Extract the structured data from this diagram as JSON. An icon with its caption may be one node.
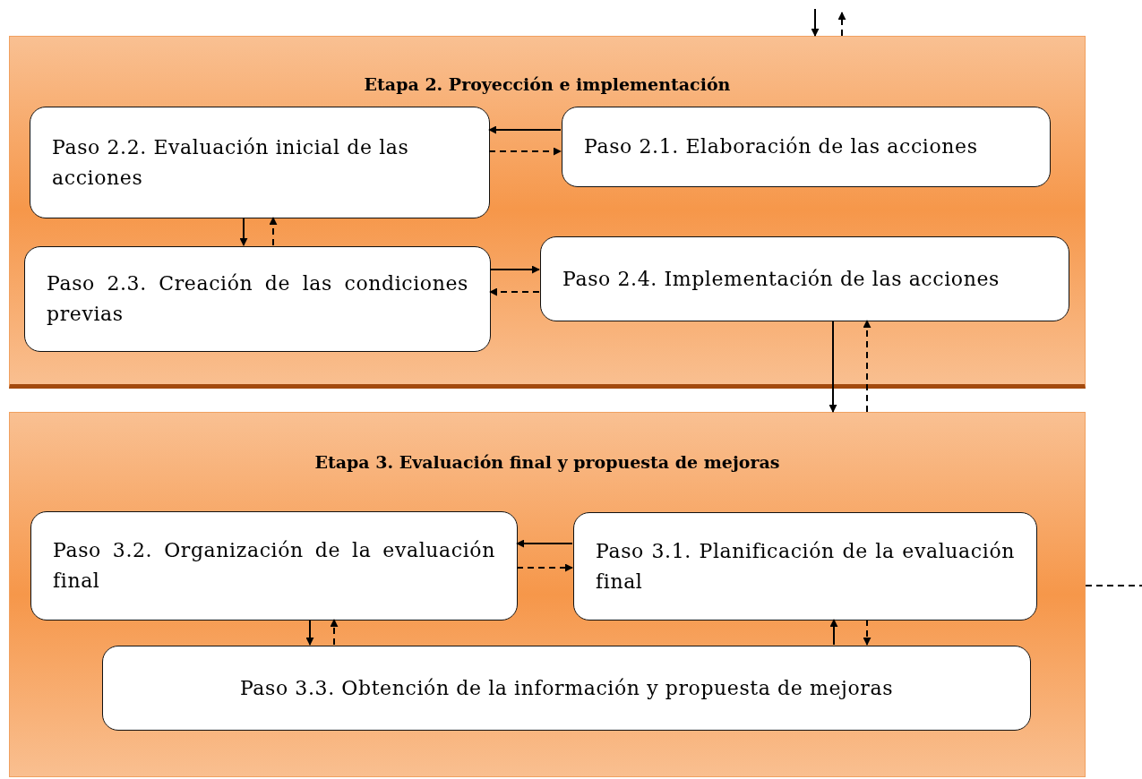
{
  "diagram": {
    "nodes": [
      {
        "text": [
          "Etapa 2. Proyección e implementación"
        ]
      },
      {
        "text": [
          "Paso 2.2. Evaluación inicial de las acciones"
        ],
        "in": 0
      },
      {
        "text": [
          "Paso 2.1. Elaboración de las acciones"
        ],
        "in": 0
      },
      {
        "text": [
          "Paso 2.3. Creación de las condiciones previas"
        ],
        "in": 0
      },
      {
        "text": [
          "Paso 2.4. Implementación de las acciones"
        ],
        "in": 0
      },
      {
        "text": [
          "Etapa 3. Evaluación final y propuesta de mejoras"
        ]
      },
      {
        "text": [
          "Paso 3.2. Organización de la evaluación final"
        ],
        "in": 5
      },
      {
        "text": [
          "Paso 3.1. Planificación de la evaluación final"
        ],
        "in": 5
      },
      {
        "text": [
          "Paso 3.3. Obtención de la información y propuesta de mejoras"
        ],
        "in": 5
      }
    ],
    "edges": [
      {
        "from": null,
        "to": 0,
        "arrow": "to"
      },
      {
        "from": 0,
        "to": null,
        "arrow": "to",
        "style": "dashed"
      },
      {
        "from": 2,
        "to": 1,
        "arrow": "to"
      },
      {
        "from": 1,
        "to": 2,
        "arrow": "to",
        "style": "dashed"
      },
      {
        "from": 1,
        "to": 3,
        "arrow": "to"
      },
      {
        "from": 3,
        "to": 1,
        "arrow": "to",
        "style": "dashed"
      },
      {
        "from": 3,
        "to": 4,
        "arrow": "to"
      },
      {
        "from": 4,
        "to": 3,
        "arrow": "to",
        "style": "dashed"
      },
      {
        "from": 4,
        "to": 5,
        "arrow": "to"
      },
      {
        "from": 5,
        "to": 4,
        "arrow": "to",
        "style": "dashed"
      },
      {
        "from": 7,
        "to": 6,
        "arrow": "to"
      },
      {
        "from": 6,
        "to": 7,
        "arrow": "to",
        "style": "dashed"
      },
      {
        "from": 6,
        "to": 8,
        "arrow": "to"
      },
      {
        "from": 8,
        "to": 6,
        "arrow": "to",
        "style": "dashed"
      },
      {
        "from": 8,
        "to": 7,
        "arrow": "to"
      },
      {
        "from": 7,
        "to": 8,
        "arrow": "to",
        "style": "dashed"
      },
      {
        "from": 5,
        "to": null,
        "arrow": "none",
        "style": "dashed"
      }
    ]
  }
}
